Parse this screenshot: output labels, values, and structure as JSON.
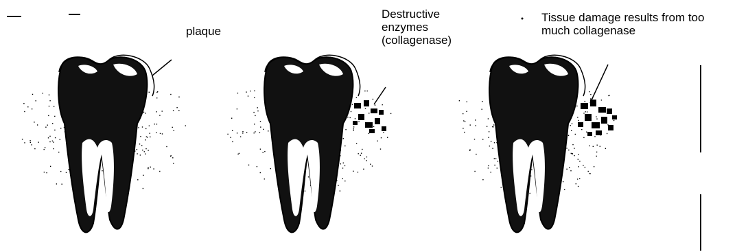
{
  "labels": {
    "plaque": "plaque",
    "enzymes": "Destructive\nenzymes\n(collagenase)",
    "damage": "Tissue damage results from too\nmuch collagenase"
  },
  "colors": {
    "ink": "#000000",
    "background": "#ffffff",
    "enamel": "#ffffff",
    "dentin": "#111111",
    "pulp": "#ffffff"
  },
  "icons": [
    "tooth-icon",
    "tooth-icon",
    "tooth-icon"
  ]
}
